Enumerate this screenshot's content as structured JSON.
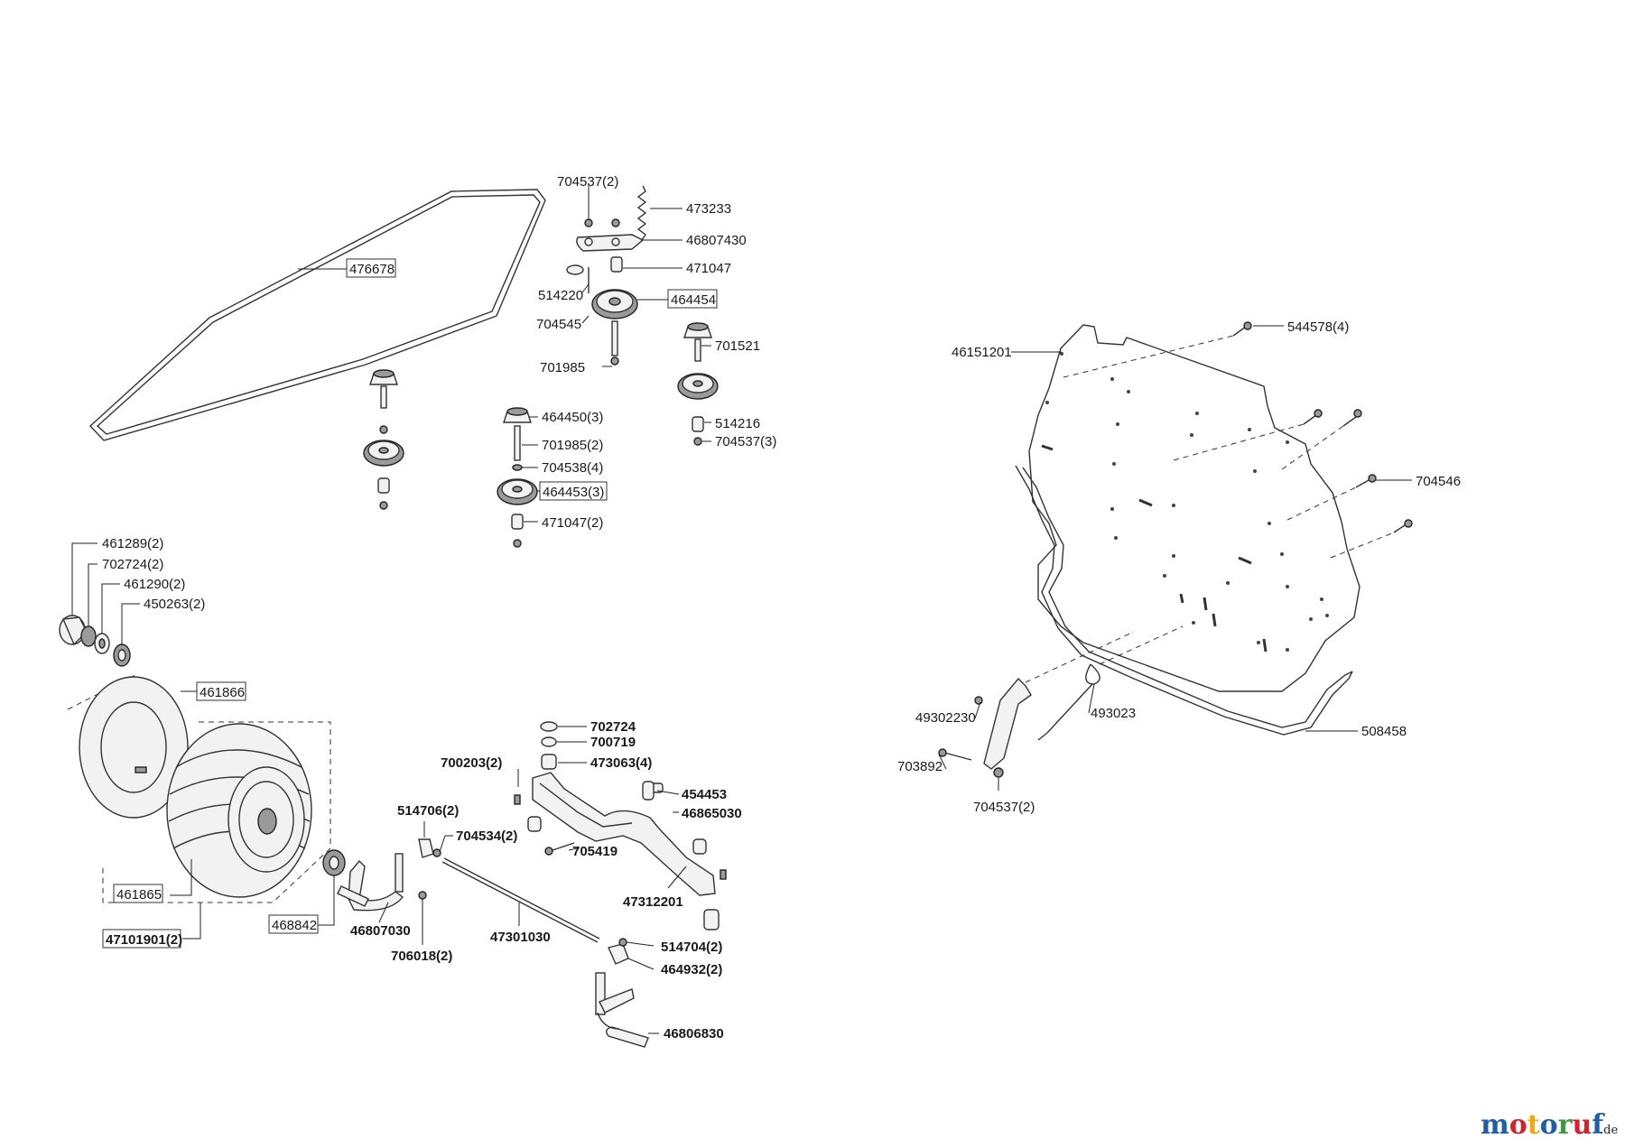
{
  "labels": {
    "p476678": "476678",
    "p704537_2a": "704537(2)",
    "p473233": "473233",
    "p46807430": "46807430",
    "p471047": "471047",
    "p514220": "514220",
    "p464454": "464454",
    "p704545": "704545",
    "p701521": "701521",
    "p701985": "701985",
    "p464450_3": "464450(3)",
    "p701985_2": "701985(2)",
    "p704538_4": "704538(4)",
    "p464453_3": "464453(3)",
    "p471047_2": "471047(2)",
    "p514216": "514216",
    "p704537_3": "704537(3)",
    "p461289_2": "461289(2)",
    "p702724_2": "702724(2)",
    "p461290_2": "461290(2)",
    "p450263_2": "450263(2)",
    "p461866": "461866",
    "p461865": "461865",
    "p468842": "468842",
    "p47101901_2": "47101901(2)",
    "p46807030": "46807030",
    "p706018_2": "706018(2)",
    "p514706_2": "514706(2)",
    "p704534_2": "704534(2)",
    "p47301030": "47301030",
    "p514704_2": "514704(2)",
    "p464932_2": "464932(2)",
    "p46806830": "46806830",
    "p702724": "702724",
    "p700719": "700719",
    "p700203_2": "700203(2)",
    "p473063_4": "473063(4)",
    "p454453": "454453",
    "p46865030": "46865030",
    "p705419": "705419",
    "p47312201": "47312201",
    "p46151201": "46151201",
    "p544578_4": "544578(4)",
    "p704546": "704546",
    "p49302230": "49302230",
    "p493023": "493023",
    "p703892": "703892",
    "p704537_2b": "704537(2)",
    "p508458": "508458"
  },
  "logo": {
    "text": "motoruf",
    "suffix": ".de"
  },
  "colors": {
    "logo_m": "#1f5fa8",
    "logo_o1": "#d6212b",
    "logo_t": "#f2a900",
    "logo_o2": "#1f5fa8",
    "logo_r": "#3b9a3b",
    "logo_u": "#d6212b",
    "logo_f": "#1f5fa8"
  }
}
